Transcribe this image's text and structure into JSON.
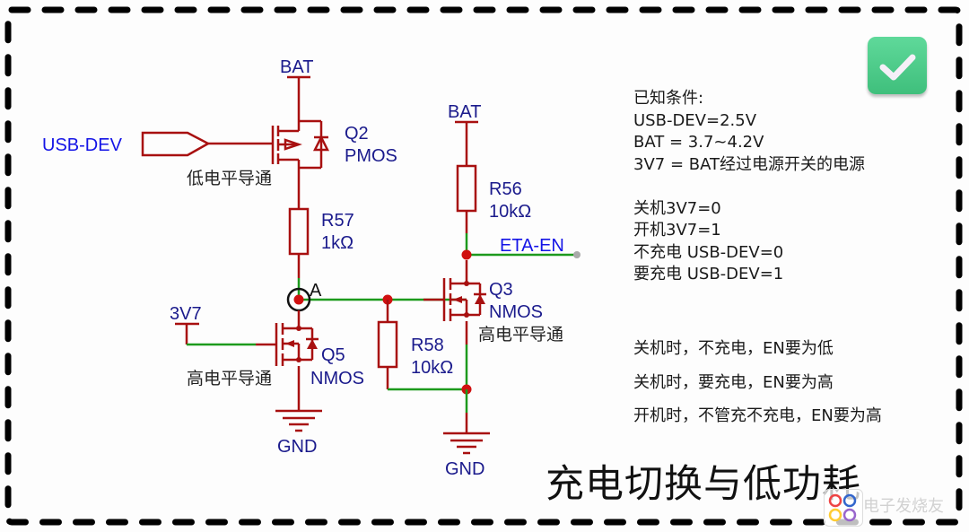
{
  "title": "充电切换与低功耗",
  "status_icon": "check-icon",
  "colors": {
    "wire": "#a81010",
    "net_wire": "#1d9a1d",
    "junction": "#d01010",
    "net_label": "#1a1a8c",
    "port_label": "#1414e6",
    "check_bg": "#4cc98a"
  },
  "schematic": {
    "nets": {
      "bat_left": "BAT",
      "bat_right": "BAT",
      "usb_dev": "USB-DEV",
      "v3v7": "3V7",
      "gnd_left": "GND",
      "gnd_right": "GND",
      "eta_en": "ETA-EN",
      "node_a": "A"
    },
    "components": {
      "q2": {
        "ref": "Q2",
        "type": "PMOS",
        "note": "低电平导通"
      },
      "q5": {
        "ref": "Q5",
        "type": "NMOS",
        "note": "高电平导通"
      },
      "q3": {
        "ref": "Q3",
        "type": "NMOS",
        "note": "高电平导通"
      },
      "r57": {
        "ref": "R57",
        "value": "1kΩ"
      },
      "r56": {
        "ref": "R56",
        "value": "10kΩ"
      },
      "r58": {
        "ref": "R58",
        "value": "10kΩ"
      }
    }
  },
  "notes": {
    "heading": "已知条件:",
    "lines": [
      "USB-DEV=2.5V",
      "BAT = 3.7~4.2V",
      "3V7 = BAT经过电源开关的电源",
      "",
      "关机3V7=0",
      "开机3V7=1",
      "不充电 USB-DEV=0",
      "要充电 USB-DEV=1"
    ]
  },
  "rules": [
    "关机时，不充电，EN要为低",
    "关机时，要充电，EN要为高",
    "开机时，不管充不充电，EN要为高"
  ],
  "watermark": "电子发烧友"
}
